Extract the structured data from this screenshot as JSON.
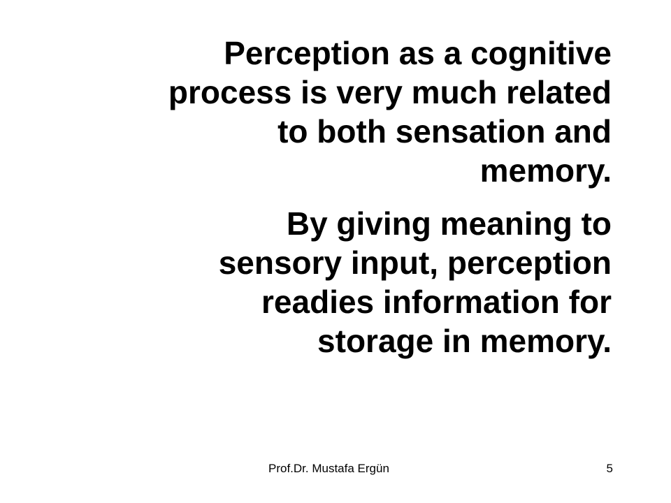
{
  "slide": {
    "paragraphs": [
      {
        "lines": [
          "Perception as a cognitive",
          "process is very much related",
          "to both sensation and",
          "memory."
        ]
      },
      {
        "lines": [
          "By giving meaning to",
          "sensory input, perception",
          "readies information for",
          "storage in memory."
        ]
      }
    ],
    "footer": {
      "author": "Prof.Dr. Mustafa Ergün",
      "page_number": "5"
    }
  }
}
